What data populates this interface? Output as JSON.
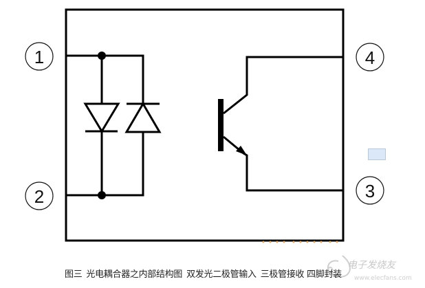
{
  "diagram": {
    "title": "光电耦合器之内部结构图",
    "type": "optocoupler internal structure schematic",
    "pins": [
      {
        "id": "1",
        "label": "1",
        "side": "left",
        "connects": "LED anode/cathode node (top)"
      },
      {
        "id": "2",
        "label": "2",
        "side": "left",
        "connects": "LED node (bottom)"
      },
      {
        "id": "3",
        "label": "3",
        "side": "right",
        "connects": "transistor emitter"
      },
      {
        "id": "4",
        "label": "4",
        "side": "right",
        "connects": "transistor collector"
      }
    ],
    "components": [
      {
        "name": "led-down",
        "kind": "diode",
        "orientation": "pointing down"
      },
      {
        "name": "led-up",
        "kind": "diode",
        "orientation": "pointing up"
      },
      {
        "name": "phototransistor",
        "kind": "NPN transistor",
        "base": "optical (no terminal)"
      }
    ],
    "colors": {
      "line": "#000000",
      "background": "#ffffff",
      "caption": "#222222",
      "watermark": "#c8c8c8",
      "artifact_box": "#dbe8f8"
    }
  },
  "caption": {
    "figure": "图三",
    "title": "光电耦合器之内部结构图",
    "input": "双发光二极管输入",
    "output_package": "三极管接收 四脚封装"
  },
  "watermark": {
    "brand": "电子发烧友",
    "url": "www.elecfans.com"
  }
}
